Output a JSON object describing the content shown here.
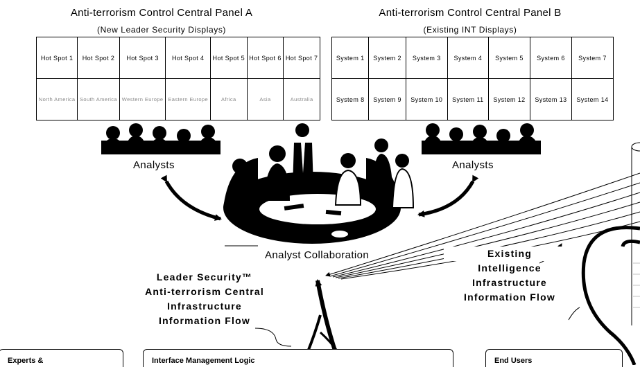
{
  "panel_a": {
    "title": "Anti-terrorism Control Central Panel A",
    "subtitle": "(New Leader Security Displays)",
    "row1": [
      "Hot Spot 1",
      "Hot Spot 2",
      "Hot Spot 3",
      "Hot Spot 4",
      "Hot Spot 5",
      "Hot Spot 6",
      "Hot Spot 7"
    ],
    "row2": [
      "North America",
      "South America",
      "Western Europe",
      "Eastern Europe",
      "Africa",
      "Asia",
      "Australia"
    ]
  },
  "panel_b": {
    "title": "Anti-terrorism Control Central Panel B",
    "subtitle": "(Existing INT Displays)",
    "row1": [
      "System 1",
      "System 2",
      "System 3",
      "System 4",
      "System 5",
      "System 6",
      "System 7"
    ],
    "row2": [
      "System 8",
      "System 9",
      "System 10",
      "System 11",
      "System 12",
      "System 13",
      "System 14"
    ]
  },
  "analysts_left": "Analysts",
  "analysts_right": "Analysts",
  "collaboration": "Analyst Collaboration",
  "leader_flow": [
    "Leader Security™",
    "Anti-terrorism Central",
    "Infrastructure",
    "Information Flow"
  ],
  "existing_flow": [
    "Existing",
    "Intelligence",
    "Infrastructure",
    "Information Flow"
  ],
  "boxes": {
    "experts": "Experts &",
    "interface": "Interface Management Logic",
    "end_users": "End Users"
  },
  "colors": {
    "ink": "#000000",
    "muted": "#888888"
  }
}
